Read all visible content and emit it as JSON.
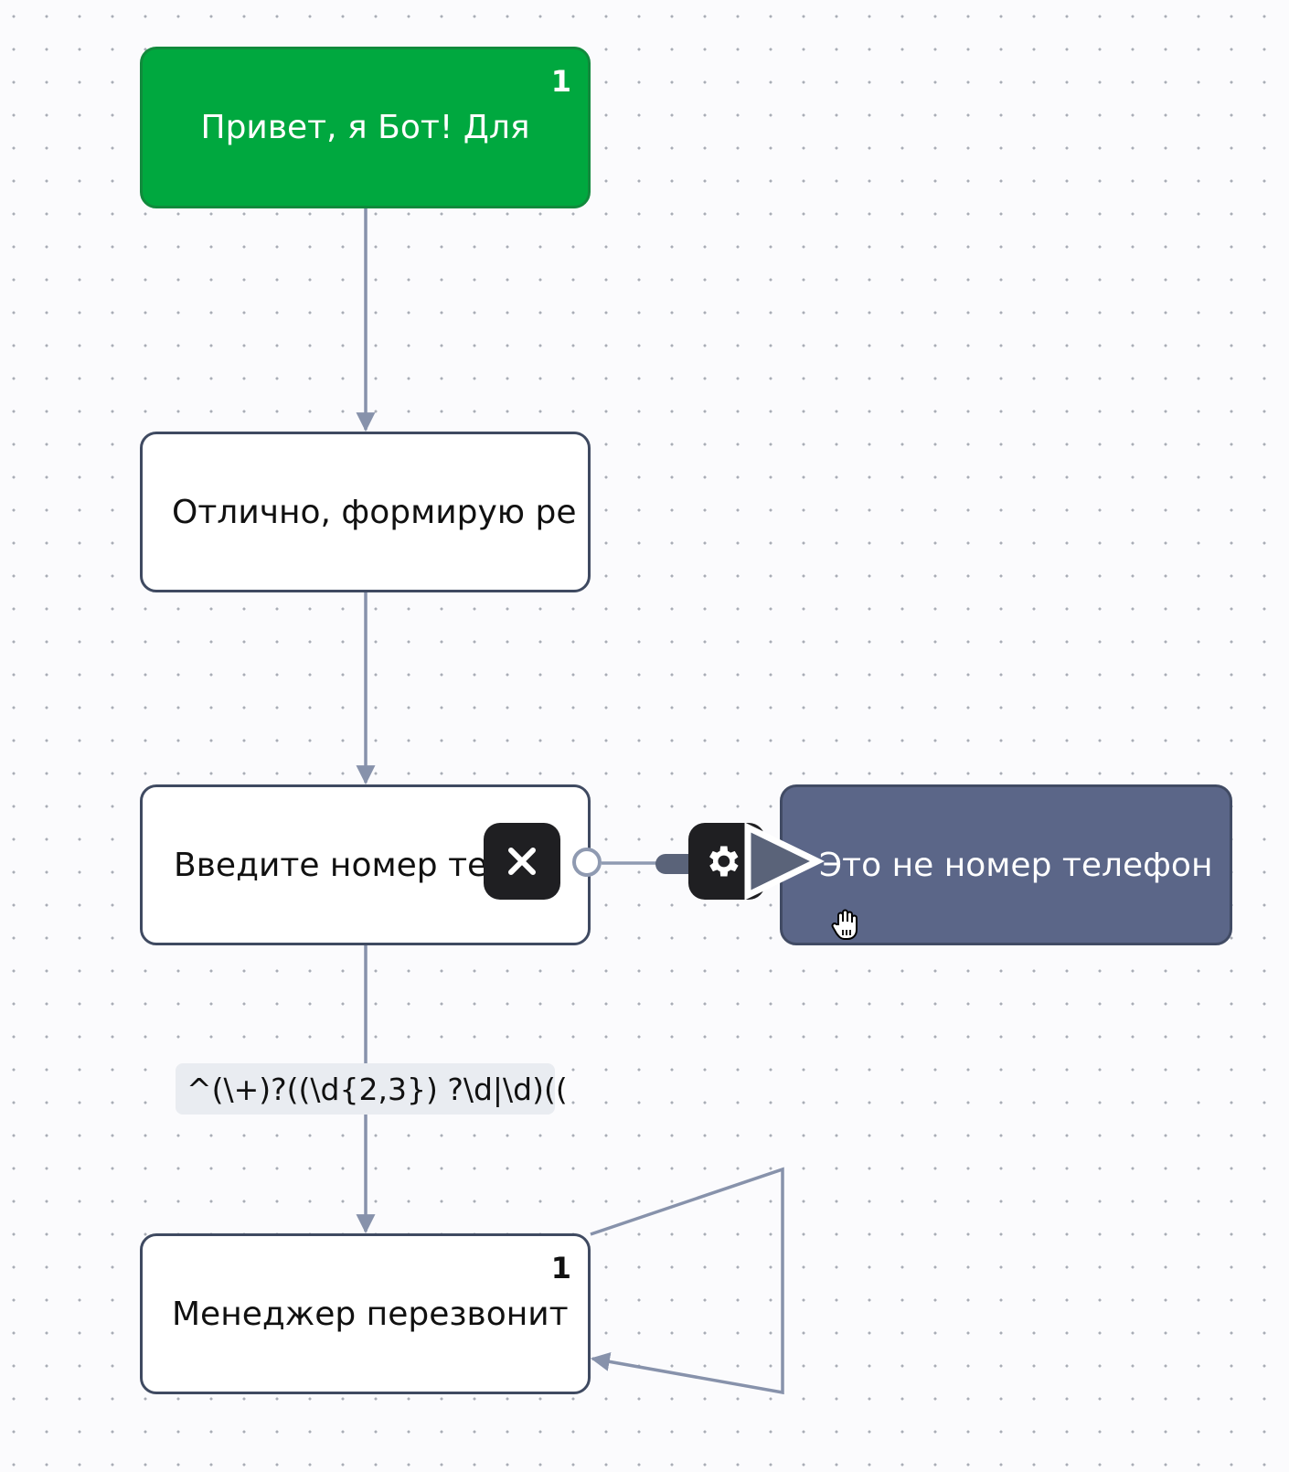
{
  "canvas": {
    "background_color": "#fbfbfd",
    "grid_dot_color": "#a9adb6"
  },
  "colors": {
    "start_node": "#00a83f",
    "selected_node": "#5b6688",
    "node_border": "#3f4a61",
    "edge": "#8792ab",
    "control_button": "#1f1f22"
  },
  "nodes": [
    {
      "id": "1",
      "type": "start",
      "text": "Привет, я Бот!  Для",
      "badge": "1"
    },
    {
      "id": "2",
      "type": "message",
      "text": "Отлично, формирую ре",
      "badge": ""
    },
    {
      "id": "3",
      "type": "message",
      "text": "Введите номер тел",
      "badge": ""
    },
    {
      "id": "4",
      "type": "message-selected",
      "text": "Это не номер телефон",
      "badge": ""
    },
    {
      "id": "5",
      "type": "message",
      "text": "Менеджер перезвонит",
      "badge": "1"
    }
  ],
  "edges": [
    {
      "from": "1",
      "to": "2",
      "label": ""
    },
    {
      "from": "2",
      "to": "3",
      "label": ""
    },
    {
      "from": "3",
      "to": "5",
      "label": "^(\\+)?((\\d{2,3}) ?\\d|\\d)(("
    },
    {
      "from": "3",
      "to": "4",
      "label": "",
      "state": "being-dragged"
    },
    {
      "from": "5",
      "to": "5",
      "label": "",
      "kind": "self-loop"
    }
  ],
  "controls": {
    "delete_icon": "close-icon",
    "settings_icon": "gear-icon",
    "cursor": "hand-grab-cursor"
  }
}
